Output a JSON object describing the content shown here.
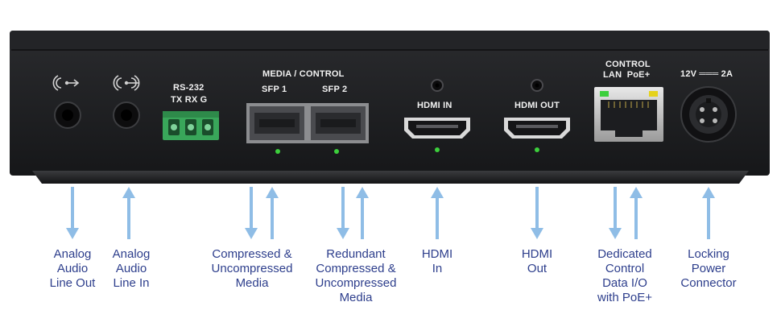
{
  "panel_labels": {
    "rs232": "RS-232",
    "rs232_pins": "TX RX G",
    "media_control": "MEDIA / CONTROL",
    "sfp1": "SFP 1",
    "sfp2": "SFP 2",
    "hdmi_in": "HDMI IN",
    "hdmi_out": "HDMI OUT",
    "control": "CONTROL",
    "lan_poe": "LAN  PoE+",
    "power": "12V ═══ 2A"
  },
  "callouts": [
    {
      "lines": [
        "Analog",
        "Audio",
        "Line Out"
      ],
      "arrows": [
        "down"
      ]
    },
    {
      "lines": [
        "Analog",
        "Audio",
        "Line In"
      ],
      "arrows": [
        "up"
      ]
    },
    {
      "lines": [
        "Compressed &",
        "Uncompressed",
        "Media"
      ],
      "arrows": [
        "down",
        "up"
      ]
    },
    {
      "lines": [
        "Redundant",
        "Compressed &",
        "Uncompressed",
        "Media"
      ],
      "arrows": [
        "down",
        "up"
      ]
    },
    {
      "lines": [
        "HDMI",
        "In"
      ],
      "arrows": [
        "up"
      ]
    },
    {
      "lines": [
        "HDMI",
        "Out"
      ],
      "arrows": [
        "down"
      ]
    },
    {
      "lines": [
        "Dedicated",
        "Control",
        "Data I/O",
        "with PoE+"
      ],
      "arrows": [
        "down",
        "up"
      ]
    },
    {
      "lines": [
        "Locking",
        "Power",
        "Connector"
      ],
      "arrows": [
        "up"
      ]
    }
  ],
  "colors": {
    "arrow": "#8fbde6",
    "caption": "#2d3e8c",
    "chassis": "#1d1e20",
    "led_green": "#3ccf3c",
    "terminal_green": "#39a65a",
    "led_yellow": "#e5d21c"
  }
}
